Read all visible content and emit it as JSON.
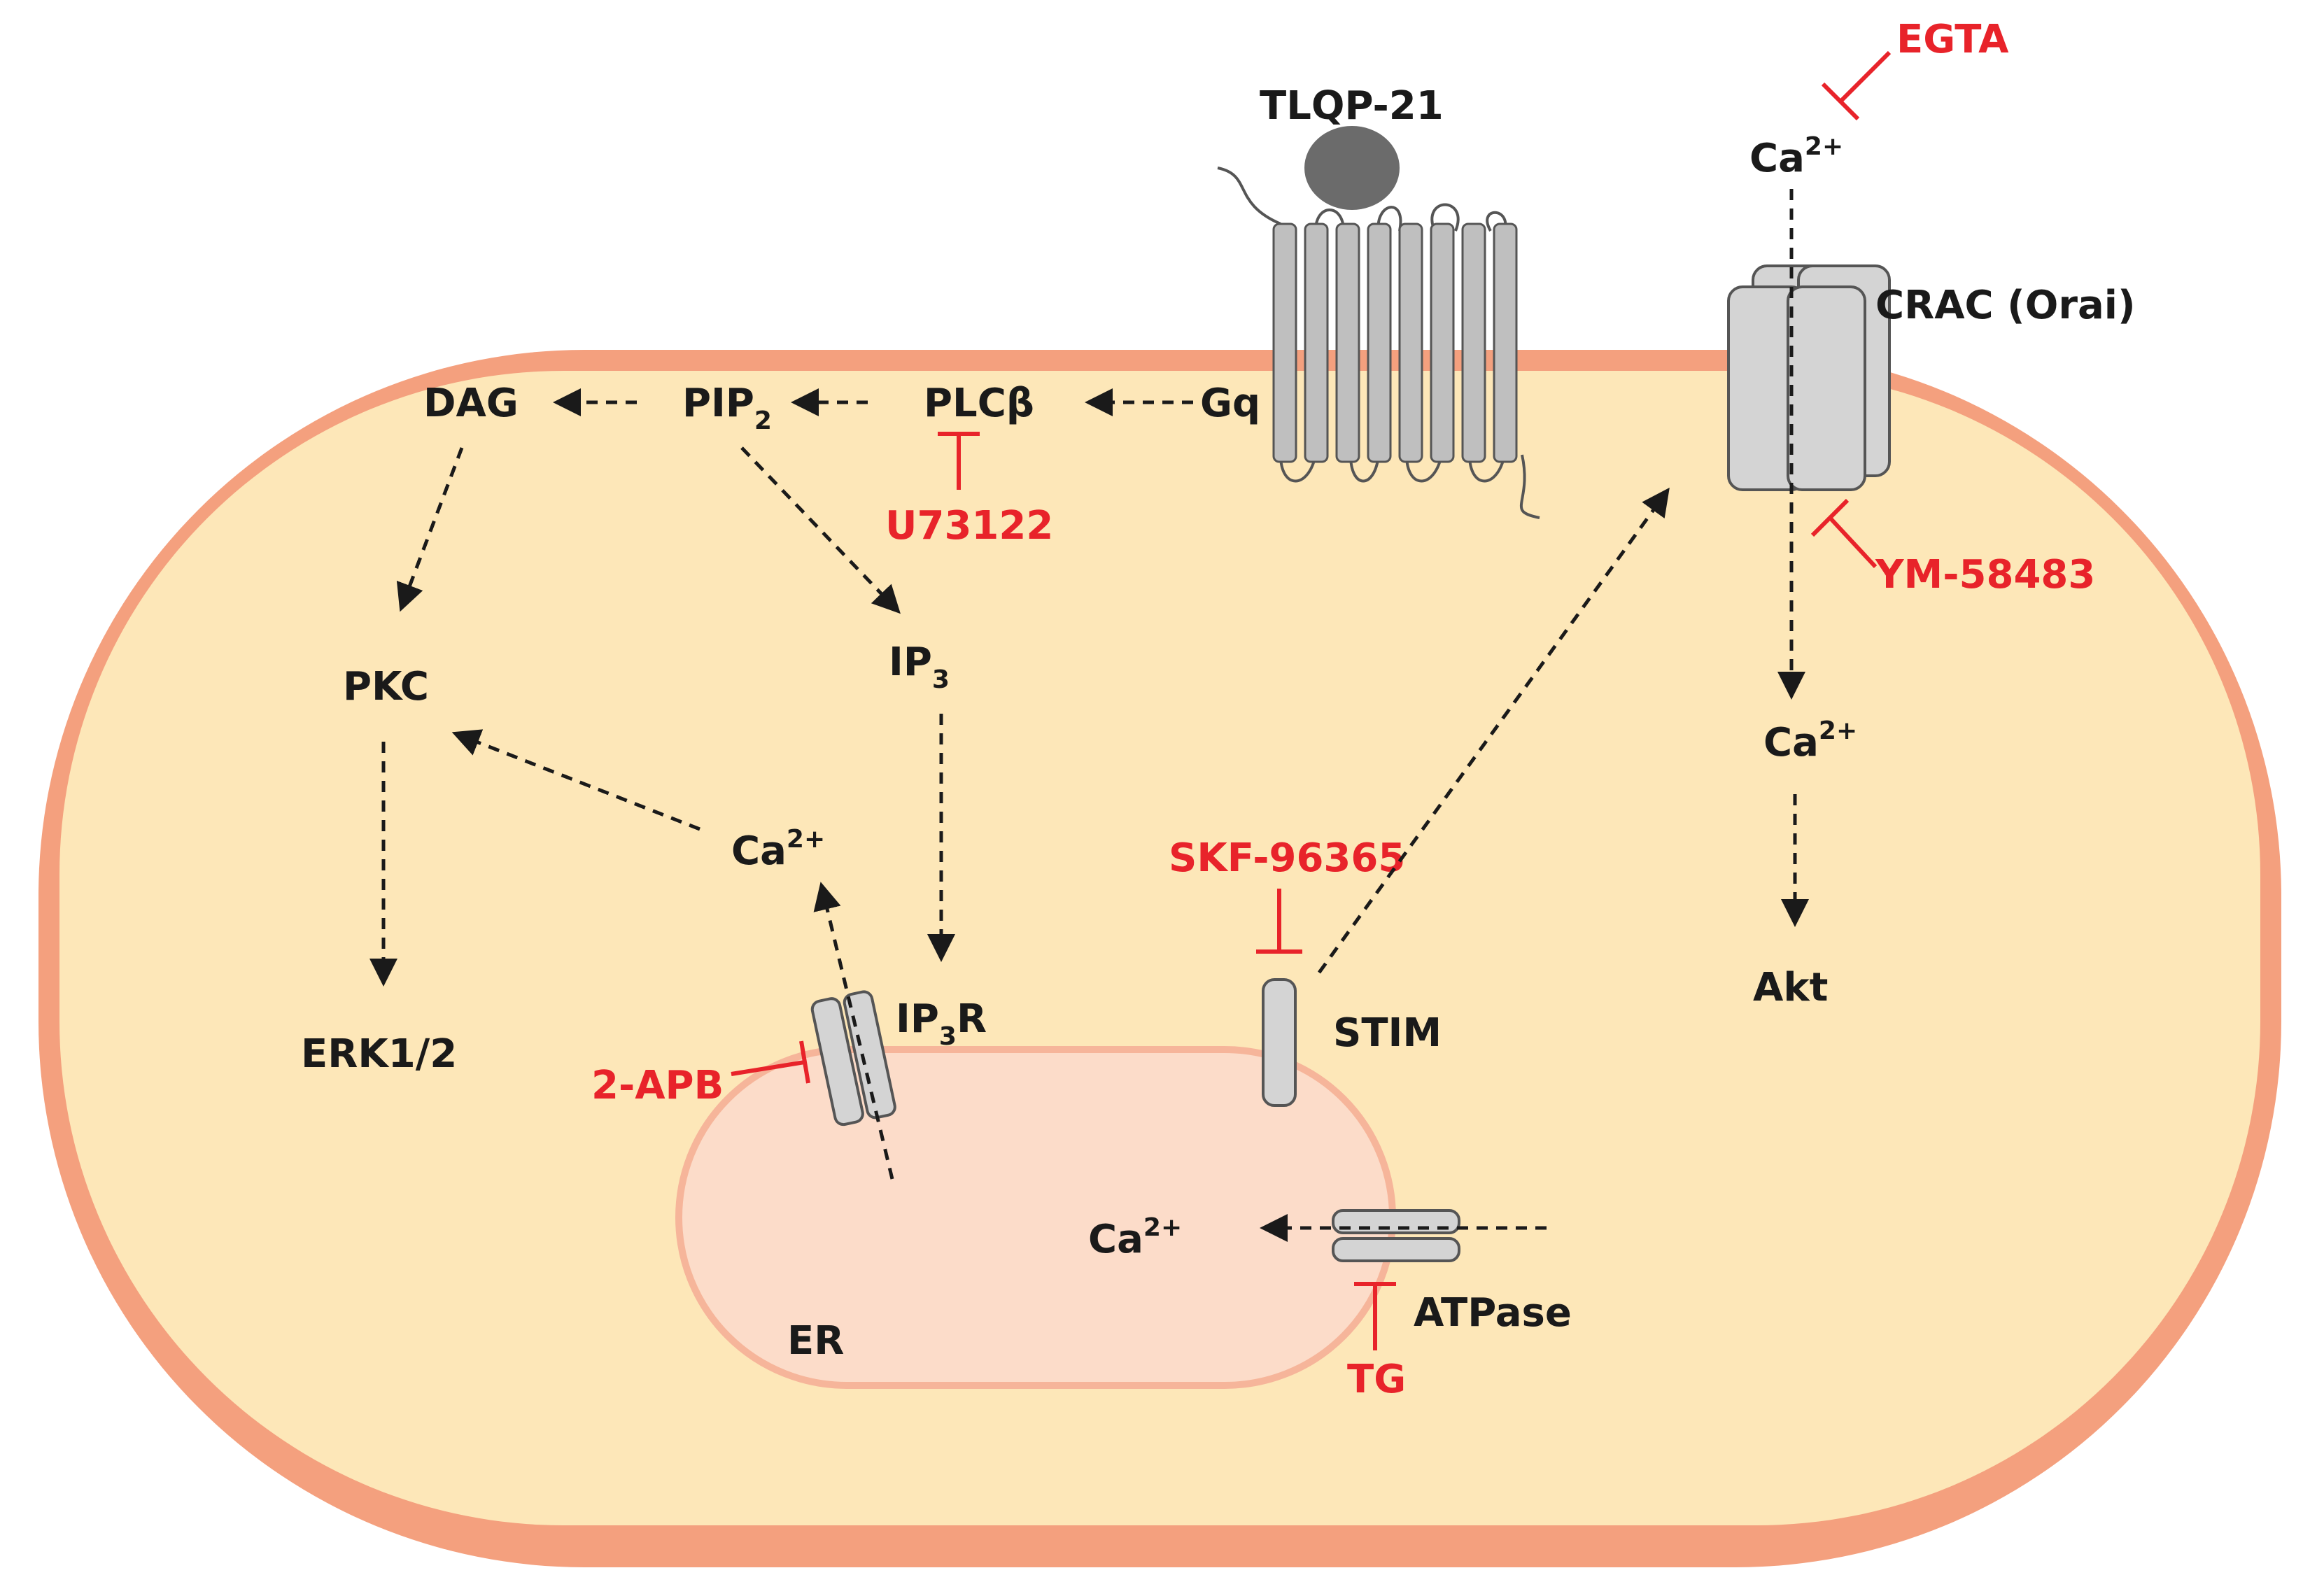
{
  "colors": {
    "cell_membrane": "#f4a07e",
    "cytoplasm": "#fde7b8",
    "er_fill": "#fcdcc9",
    "er_border": "#f6b59a",
    "inhibitor": "#e8232a",
    "arrow": "#1a1a1a",
    "channel": "#d4d4d4",
    "ligand": "#6b6b6b"
  },
  "labels": {
    "tlqp21": "TLQP-21",
    "gq": "Gq",
    "plcb": "PLCβ",
    "pip2_base": "PIP",
    "pip2_sub": "2",
    "dag": "DAG",
    "pkc": "PKC",
    "erk": "ERK1/2",
    "ip3_base": "IP",
    "ip3_sub": "3",
    "ip3r_base": "IP",
    "ip3r_sub": "3",
    "ip3r_tail": "R",
    "ca_base": "Ca",
    "ca_sup": "2+",
    "crac": "CRAC (Orai)",
    "stim": "STIM",
    "atpase": "ATPase",
    "er": "ER",
    "akt": "Akt"
  },
  "inhibitors": {
    "u73122": "U73122",
    "egta": "EGTA",
    "ym58483": "YM-58483",
    "skf96365": "SKF-96365",
    "apb": "2-APB",
    "tg": "TG"
  },
  "icons": {
    "ligand": "ligand-circle-icon",
    "gpcr": "gpcr-receptor-icon",
    "crac_channel": "crac-channel-icon",
    "ip3r_channel": "ip3r-channel-icon",
    "stim_protein": "stim-protein-icon",
    "serca_pump": "atpase-pump-icon"
  }
}
